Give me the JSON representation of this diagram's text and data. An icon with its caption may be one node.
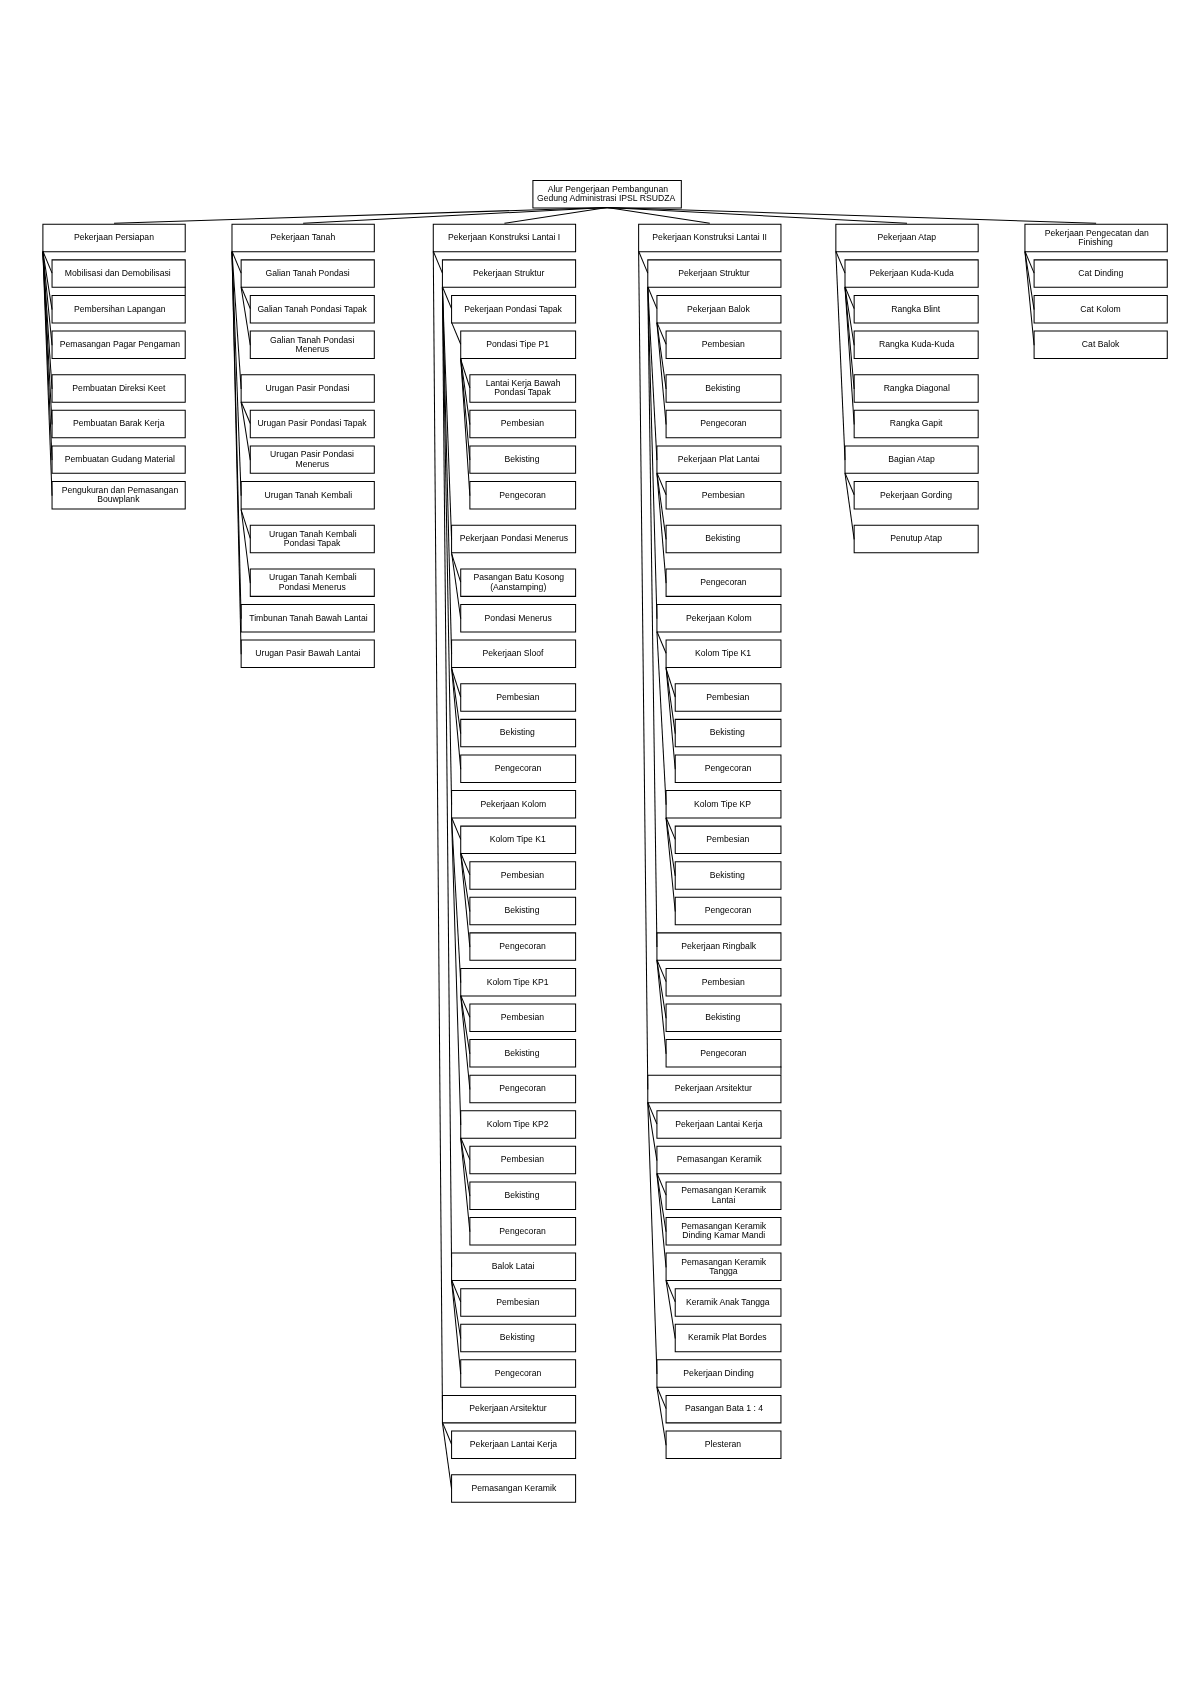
{
  "diagram": {
    "nodes": [
      {
        "text": [
          "Alur Pengerjaan Pembangunan Gedung Administrasi IPSL RSUDZA"
        ]
      },
      {
        "text": [
          "Pekerjaan Persiapan"
        ]
      },
      {
        "text": [
          "Mobilisasi dan Demobilisasi"
        ]
      },
      {
        "text": [
          "Pembersihan Lapangan"
        ]
      },
      {
        "text": [
          "Pemasangan Pagar Pengaman"
        ]
      },
      {
        "text": [
          "Pembuatan Direksi Keet"
        ]
      },
      {
        "text": [
          "Pembuatan Barak Kerja"
        ]
      },
      {
        "text": [
          "Pembuatan Gudang Material"
        ]
      },
      {
        "text": [
          "Pengukuran dan Pemasangan Bouwplank"
        ]
      },
      {
        "text": [
          "Pekerjaan Tanah"
        ]
      },
      {
        "text": [
          "Galian Tanah Pondasi"
        ]
      },
      {
        "text": [
          "Galian Tanah Pondasi Tapak"
        ]
      },
      {
        "text": [
          "Galian Tanah Pondasi Menerus"
        ]
      },
      {
        "text": [
          "Urugan Pasir Pondasi"
        ]
      },
      {
        "text": [
          "Urugan Pasir Pondasi Tapak"
        ]
      },
      {
        "text": [
          "Urugan Pasir Pondasi Menerus"
        ]
      },
      {
        "text": [
          "Urugan Tanah Kembali"
        ]
      },
      {
        "text": [
          "Urugan Tanah Kembali Pondasi Tapak"
        ]
      },
      {
        "text": [
          "Urugan Tanah Kembali Pondasi Menerus"
        ]
      },
      {
        "text": [
          "Timbunan Tanah Bawah Lantai"
        ]
      },
      {
        "text": [
          "Urugan Pasir Bawah Lantai"
        ]
      },
      {
        "text": [
          "Pekerjaan Konstruksi Lantai I"
        ]
      },
      {
        "text": [
          "Pekerjaan Struktur"
        ]
      },
      {
        "text": [
          "Pekerjaan Pondasi Tapak"
        ]
      },
      {
        "text": [
          "Pondasi Tipe P1"
        ]
      },
      {
        "text": [
          "Lantai Kerja Bawah Pondasi Tapak"
        ]
      },
      {
        "text": [
          "Pembesian"
        ]
      },
      {
        "text": [
          "Bekisting"
        ]
      },
      {
        "text": [
          "Pengecoran"
        ]
      },
      {
        "text": [
          "Pekerjaan Pondasi Menerus"
        ]
      },
      {
        "text": [
          "Pasangan Batu Kosong (Aanstamping)"
        ]
      },
      {
        "text": [
          "Pondasi Menerus"
        ]
      },
      {
        "text": [
          "Pekerjaan Sloof"
        ]
      },
      {
        "text": [
          "Pembesian"
        ]
      },
      {
        "text": [
          "Bekisting"
        ]
      },
      {
        "text": [
          "Pengecoran"
        ]
      },
      {
        "text": [
          "Pekerjaan Kolom"
        ]
      },
      {
        "text": [
          "Kolom Tipe K1"
        ]
      },
      {
        "text": [
          "Pembesian"
        ]
      },
      {
        "text": [
          "Bekisting"
        ]
      },
      {
        "text": [
          "Pengecoran"
        ]
      },
      {
        "text": [
          "Kolom Tipe KP1"
        ]
      },
      {
        "text": [
          "Pembesian"
        ]
      },
      {
        "text": [
          "Bekisting"
        ]
      },
      {
        "text": [
          "Pengecoran"
        ]
      },
      {
        "text": [
          "Kolom Tipe KP2"
        ]
      },
      {
        "text": [
          "Pembesian"
        ]
      },
      {
        "text": [
          "Bekisting"
        ]
      },
      {
        "text": [
          "Pengecoran"
        ]
      },
      {
        "text": [
          "Balok Latai"
        ]
      },
      {
        "text": [
          "Pembesian"
        ]
      },
      {
        "text": [
          "Bekisting"
        ]
      },
      {
        "text": [
          "Pengecoran"
        ]
      },
      {
        "text": [
          "Pekerjaan Arsitektur"
        ]
      },
      {
        "text": [
          "Pekerjaan Lantai Kerja"
        ]
      },
      {
        "text": [
          "Pemasangan Keramik"
        ]
      },
      {
        "text": [
          "Pekerjaan Konstruksi Lantai II"
        ]
      },
      {
        "text": [
          "Pekerjaan Struktur"
        ]
      },
      {
        "text": [
          "Pekerjaan Balok"
        ]
      },
      {
        "text": [
          "Pembesian"
        ]
      },
      {
        "text": [
          "Bekisting"
        ]
      },
      {
        "text": [
          "Pengecoran"
        ]
      },
      {
        "text": [
          "Pekerjaan Plat Lantai"
        ]
      },
      {
        "text": [
          "Pembesian"
        ]
      },
      {
        "text": [
          "Bekisting"
        ]
      },
      {
        "text": [
          "Pengecoran"
        ]
      },
      {
        "text": [
          "Pekerjaan Kolom"
        ]
      },
      {
        "text": [
          "Kolom Tipe K1"
        ]
      },
      {
        "text": [
          "Pembesian"
        ]
      },
      {
        "text": [
          "Bekisting"
        ]
      },
      {
        "text": [
          "Pengecoran"
        ]
      },
      {
        "text": [
          "Kolom Tipe KP"
        ]
      },
      {
        "text": [
          "Pembesian"
        ]
      },
      {
        "text": [
          "Bekisting"
        ]
      },
      {
        "text": [
          "Pengecoran"
        ]
      },
      {
        "text": [
          "Pekerjaan Ringbalk"
        ]
      },
      {
        "text": [
          "Pembesian"
        ]
      },
      {
        "text": [
          "Bekisting"
        ]
      },
      {
        "text": [
          "Pengecoran"
        ]
      },
      {
        "text": [
          "Pekerjaan Arsitektur"
        ]
      },
      {
        "text": [
          "Pekerjaan Lantai Kerja"
        ]
      },
      {
        "text": [
          "Pemasangan Keramik"
        ]
      },
      {
        "text": [
          "Pemasangan Keramik Lantai"
        ]
      },
      {
        "text": [
          "Pemasangan Keramik Dinding Kamar Mandi"
        ]
      },
      {
        "text": [
          "Pemasangan Keramik Tangga"
        ]
      },
      {
        "text": [
          "Keramik Anak Tangga"
        ]
      },
      {
        "text": [
          "Keramik Plat Bordes"
        ]
      },
      {
        "text": [
          "Pekerjaan Dinding"
        ]
      },
      {
        "text": [
          "Pasangan Bata 1 : 4"
        ]
      },
      {
        "text": [
          "Plesteran"
        ]
      },
      {
        "text": [
          "Pekerjaan Atap"
        ]
      },
      {
        "text": [
          "Pekerjaan Kuda-Kuda"
        ]
      },
      {
        "text": [
          "Rangka Blint"
        ]
      },
      {
        "text": [
          "Rangka Kuda-Kuda"
        ]
      },
      {
        "text": [
          "Rangka Diagonal"
        ]
      },
      {
        "text": [
          "Rangka Gapit"
        ]
      },
      {
        "text": [
          "Bagian Atap"
        ]
      },
      {
        "text": [
          "Pekerjaan Gording"
        ]
      },
      {
        "text": [
          "Penutup Atap"
        ]
      },
      {
        "text": [
          "Pekerjaan Pengecatan dan Finishing"
        ]
      },
      {
        "text": [
          "Cat Dinding"
        ]
      },
      {
        "text": [
          "Cat Kolom"
        ]
      },
      {
        "text": [
          "Cat Balok"
        ]
      }
    ],
    "edges": [
      {
        "from": 0,
        "to": 1,
        "arrow": "none"
      },
      {
        "from": 0,
        "to": 9,
        "arrow": "none"
      },
      {
        "from": 0,
        "to": 21,
        "arrow": "none"
      },
      {
        "from": 0,
        "to": 56,
        "arrow": "none"
      },
      {
        "from": 0,
        "to": 90,
        "arrow": "none"
      },
      {
        "from": 0,
        "to": 99,
        "arrow": "none"
      },
      {
        "from": 1,
        "to": 2,
        "arrow": "none"
      },
      {
        "from": 1,
        "to": 3,
        "arrow": "none"
      },
      {
        "from": 1,
        "to": 4,
        "arrow": "none"
      },
      {
        "from": 1,
        "to": 5,
        "arrow": "none"
      },
      {
        "from": 1,
        "to": 6,
        "arrow": "none"
      },
      {
        "from": 1,
        "to": 7,
        "arrow": "none"
      },
      {
        "from": 1,
        "to": 8,
        "arrow": "none"
      },
      {
        "from": 9,
        "to": 10,
        "arrow": "none"
      },
      {
        "from": 10,
        "to": 11,
        "arrow": "none"
      },
      {
        "from": 10,
        "to": 12,
        "arrow": "none"
      },
      {
        "from": 9,
        "to": 13,
        "arrow": "none"
      },
      {
        "from": 13,
        "to": 14,
        "arrow": "none"
      },
      {
        "from": 13,
        "to": 15,
        "arrow": "none"
      },
      {
        "from": 9,
        "to": 16,
        "arrow": "none"
      },
      {
        "from": 16,
        "to": 17,
        "arrow": "none"
      },
      {
        "from": 16,
        "to": 18,
        "arrow": "none"
      },
      {
        "from": 9,
        "to": 19,
        "arrow": "none"
      },
      {
        "from": 9,
        "to": 20,
        "arrow": "none"
      },
      {
        "from": 21,
        "to": 22,
        "arrow": "none"
      },
      {
        "from": 22,
        "to": 23,
        "arrow": "none"
      },
      {
        "from": 23,
        "to": 24,
        "arrow": "none"
      },
      {
        "from": 24,
        "to": 25,
        "arrow": "none"
      },
      {
        "from": 24,
        "to": 26,
        "arrow": "none"
      },
      {
        "from": 24,
        "to": 27,
        "arrow": "none"
      },
      {
        "from": 24,
        "to": 28,
        "arrow": "none"
      },
      {
        "from": 22,
        "to": 29,
        "arrow": "none"
      },
      {
        "from": 29,
        "to": 30,
        "arrow": "none"
      },
      {
        "from": 29,
        "to": 31,
        "arrow": "none"
      },
      {
        "from": 22,
        "to": 32,
        "arrow": "none"
      },
      {
        "from": 32,
        "to": 33,
        "arrow": "none"
      },
      {
        "from": 32,
        "to": 34,
        "arrow": "none"
      },
      {
        "from": 32,
        "to": 35,
        "arrow": "none"
      },
      {
        "from": 22,
        "to": 36,
        "arrow": "none"
      },
      {
        "from": 36,
        "to": 37,
        "arrow": "none"
      },
      {
        "from": 37,
        "to": 38,
        "arrow": "none"
      },
      {
        "from": 37,
        "to": 39,
        "arrow": "none"
      },
      {
        "from": 37,
        "to": 40,
        "arrow": "none"
      },
      {
        "from": 36,
        "to": 41,
        "arrow": "none"
      },
      {
        "from": 41,
        "to": 42,
        "arrow": "none"
      },
      {
        "from": 41,
        "to": 43,
        "arrow": "none"
      },
      {
        "from": 41,
        "to": 44,
        "arrow": "none"
      },
      {
        "from": 36,
        "to": 45,
        "arrow": "none"
      },
      {
        "from": 45,
        "to": 46,
        "arrow": "none"
      },
      {
        "from": 45,
        "to": 47,
        "arrow": "none"
      },
      {
        "from": 45,
        "to": 48,
        "arrow": "none"
      },
      {
        "from": 22,
        "to": 49,
        "arrow": "none"
      },
      {
        "from": 49,
        "to": 50,
        "arrow": "none"
      },
      {
        "from": 49,
        "to": 51,
        "arrow": "none"
      },
      {
        "from": 49,
        "to": 52,
        "arrow": "none"
      },
      {
        "from": 21,
        "to": 53,
        "arrow": "none"
      },
      {
        "from": 53,
        "to": 54,
        "arrow": "none"
      },
      {
        "from": 53,
        "to": 55,
        "arrow": "none"
      },
      {
        "from": 56,
        "to": 57,
        "arrow": "none"
      },
      {
        "from": 57,
        "to": 58,
        "arrow": "none"
      },
      {
        "from": 58,
        "to": 59,
        "arrow": "none"
      },
      {
        "from": 58,
        "to": 60,
        "arrow": "none"
      },
      {
        "from": 58,
        "to": 61,
        "arrow": "none"
      },
      {
        "from": 57,
        "to": 62,
        "arrow": "none"
      },
      {
        "from": 62,
        "to": 63,
        "arrow": "none"
      },
      {
        "from": 62,
        "to": 64,
        "arrow": "none"
      },
      {
        "from": 62,
        "to": 65,
        "arrow": "none"
      },
      {
        "from": 57,
        "to": 66,
        "arrow": "none"
      },
      {
        "from": 66,
        "to": 67,
        "arrow": "none"
      },
      {
        "from": 67,
        "to": 68,
        "arrow": "none"
      },
      {
        "from": 67,
        "to": 69,
        "arrow": "none"
      },
      {
        "from": 67,
        "to": 70,
        "arrow": "none"
      },
      {
        "from": 66,
        "to": 71,
        "arrow": "none"
      },
      {
        "from": 71,
        "to": 72,
        "arrow": "none"
      },
      {
        "from": 71,
        "to": 73,
        "arrow": "none"
      },
      {
        "from": 71,
        "to": 74,
        "arrow": "none"
      },
      {
        "from": 57,
        "to": 75,
        "arrow": "none"
      },
      {
        "from": 75,
        "to": 76,
        "arrow": "none"
      },
      {
        "from": 75,
        "to": 77,
        "arrow": "none"
      },
      {
        "from": 75,
        "to": 78,
        "arrow": "none"
      },
      {
        "from": 56,
        "to": 79,
        "arrow": "none"
      },
      {
        "from": 79,
        "to": 80,
        "arrow": "none"
      },
      {
        "from": 79,
        "to": 81,
        "arrow": "none"
      },
      {
        "from": 81,
        "to": 82,
        "arrow": "none"
      },
      {
        "from": 81,
        "to": 83,
        "arrow": "none"
      },
      {
        "from": 81,
        "to": 84,
        "arrow": "none"
      },
      {
        "from": 84,
        "to": 85,
        "arrow": "none"
      },
      {
        "from": 84,
        "to": 86,
        "arrow": "none"
      },
      {
        "from": 79,
        "to": 87,
        "arrow": "none"
      },
      {
        "from": 87,
        "to": 88,
        "arrow": "none"
      },
      {
        "from": 87,
        "to": 89,
        "arrow": "none"
      },
      {
        "from": 90,
        "to": 91,
        "arrow": "none"
      },
      {
        "from": 91,
        "to": 92,
        "arrow": "none"
      },
      {
        "from": 91,
        "to": 93,
        "arrow": "none"
      },
      {
        "from": 91,
        "to": 94,
        "arrow": "none"
      },
      {
        "from": 91,
        "to": 95,
        "arrow": "none"
      },
      {
        "from": 90,
        "to": 96,
        "arrow": "none"
      },
      {
        "from": 96,
        "to": 97,
        "arrow": "none"
      },
      {
        "from": 96,
        "to": 98,
        "arrow": "none"
      },
      {
        "from": 99,
        "to": 100,
        "arrow": "none"
      },
      {
        "from": 99,
        "to": 101,
        "arrow": "none"
      },
      {
        "from": 99,
        "to": 102,
        "arrow": "none"
      },
      {
        "from": 2,
        "to": 3,
        "arrow": "none"
      },
      {
        "from": 78,
        "to": 79,
        "arrow": "none"
      }
    ]
  }
}
